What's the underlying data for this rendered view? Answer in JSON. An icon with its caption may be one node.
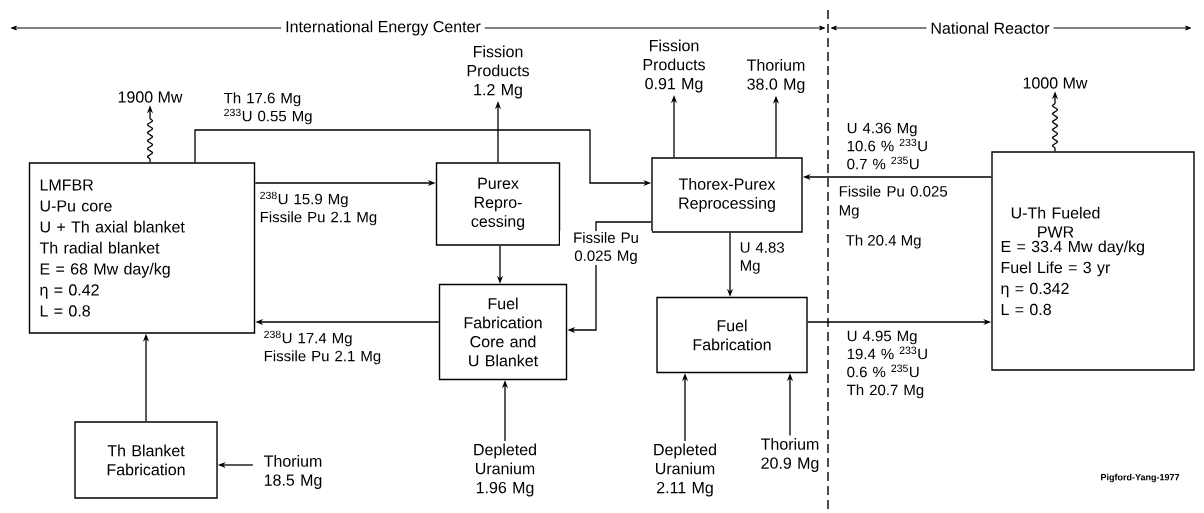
{
  "diagram": {
    "nodes": [
      {
        "text": [
          "LMFBR",
          "U-Pu core",
          "U + Th axial blanket",
          "Th radial blanket",
          "E = 68 Mw day/kg",
          "η = 0.42",
          "L = 0.8"
        ]
      },
      {
        "text": [
          "Purex Repro- cessing"
        ]
      },
      {
        "text": [
          "Thorex-Purex Reprocessing"
        ]
      },
      {
        "text": [
          "Fuel Fabrication Core and U Blanket"
        ]
      },
      {
        "text": [
          "Fuel Fabrication"
        ]
      },
      {
        "text": [
          "U-Th Fueled PWR",
          "E = 33.4 Mw day/kg",
          "Fuel Life = 3 yr",
          "η = 0.342",
          "L = 0.8"
        ]
      },
      {
        "text": [
          "Th Blanket Fabrication"
        ]
      },
      {
        "text": [
          "1900 Mw"
        ]
      },
      {
        "text": [
          "Fission Products 1.2 Mg"
        ]
      },
      {
        "text": [
          "Fission Products 0.91 Mg"
        ]
      },
      {
        "text": [
          "Thorium 38.0 Mg"
        ]
      },
      {
        "text": [
          "1000 Mw"
        ]
      },
      {
        "text": [
          "Thorium 18.5 Mg"
        ]
      },
      {
        "text": [
          "Depleted Uranium 1.96 Mg"
        ]
      },
      {
        "text": [
          "Depleted Uranium 2.11 Mg"
        ]
      },
      {
        "text": [
          "Thorium 20.9 Mg"
        ]
      }
    ],
    "edges": [
      {
        "from": 0,
        "to": 7,
        "arrow": "to"
      },
      {
        "from": 0,
        "to": 2,
        "arrow": "to",
        "label": "Th 17.6 Mg $^{233}$U 0.55 Mg"
      },
      {
        "from": 0,
        "to": 1,
        "arrow": "to",
        "label": "$^{238}$U 15.9 Mg Fissile Pu 2.1 Mg"
      },
      {
        "from": 1,
        "to": 8,
        "arrow": "to"
      },
      {
        "from": 1,
        "to": 3,
        "arrow": "to"
      },
      {
        "from": 2,
        "to": 3,
        "arrow": "to",
        "label": "Fissile Pu 0.025 Mg"
      },
      {
        "from": 2,
        "to": 9,
        "arrow": "to"
      },
      {
        "from": 2,
        "to": 10,
        "arrow": "to"
      },
      {
        "from": 2,
        "to": 4,
        "arrow": "to",
        "label": "U 4.83 Mg"
      },
      {
        "from": 5,
        "to": 2,
        "arrow": "to",
        "label": "U 4.36 Mg 10.6 % $^{233}$U 0.7 % $^{235}$U"
      },
      {
        "from": 4,
        "to": 5,
        "arrow": "to",
        "label": "U 4.95 Mg 19.4 % $^{233}$U 0.6 % $^{235}$U Th 20.7 Mg"
      },
      {
        "from": 3,
        "to": 0,
        "arrow": "to",
        "label": "$^{238}$U 17.4 Mg Fissile Pu 2.1 Mg"
      },
      {
        "from": 5,
        "to": 11,
        "arrow": "to"
      },
      {
        "from": 6,
        "to": 0,
        "arrow": "to"
      },
      {
        "from": 12,
        "to": 6,
        "arrow": "to"
      },
      {
        "from": 13,
        "to": 3,
        "arrow": "to"
      },
      {
        "from": 14,
        "to": 4,
        "arrow": "to"
      },
      {
        "from": 15,
        "to": 4,
        "arrow": "to"
      }
    ],
    "labels": [
      "International Energy Center",
      "National Reactor",
      "Fissile Pu 0.025 Mg",
      "Th 20.4 Mg",
      "Pigford-Yang-1977"
    ]
  }
}
